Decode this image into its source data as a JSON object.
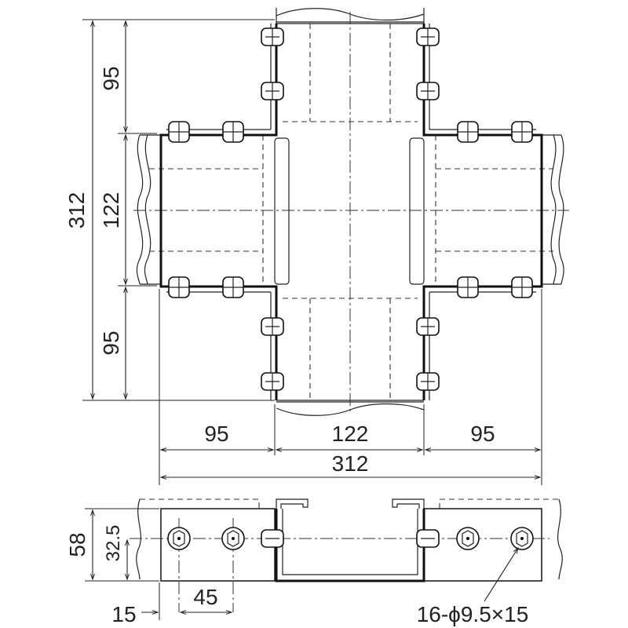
{
  "plan_view": {
    "dims_vertical": {
      "total": "312",
      "top": "95",
      "middle": "122",
      "bottom": "95"
    },
    "dims_horizontal": {
      "left": "95",
      "middle": "122",
      "right": "95",
      "total": "312"
    }
  },
  "side_view": {
    "dims": {
      "height": "58",
      "bolt_height": "32.5",
      "edge_offset": "15",
      "bolt_pitch": "45"
    },
    "hole_callout": "16-ϕ9.5×15"
  }
}
